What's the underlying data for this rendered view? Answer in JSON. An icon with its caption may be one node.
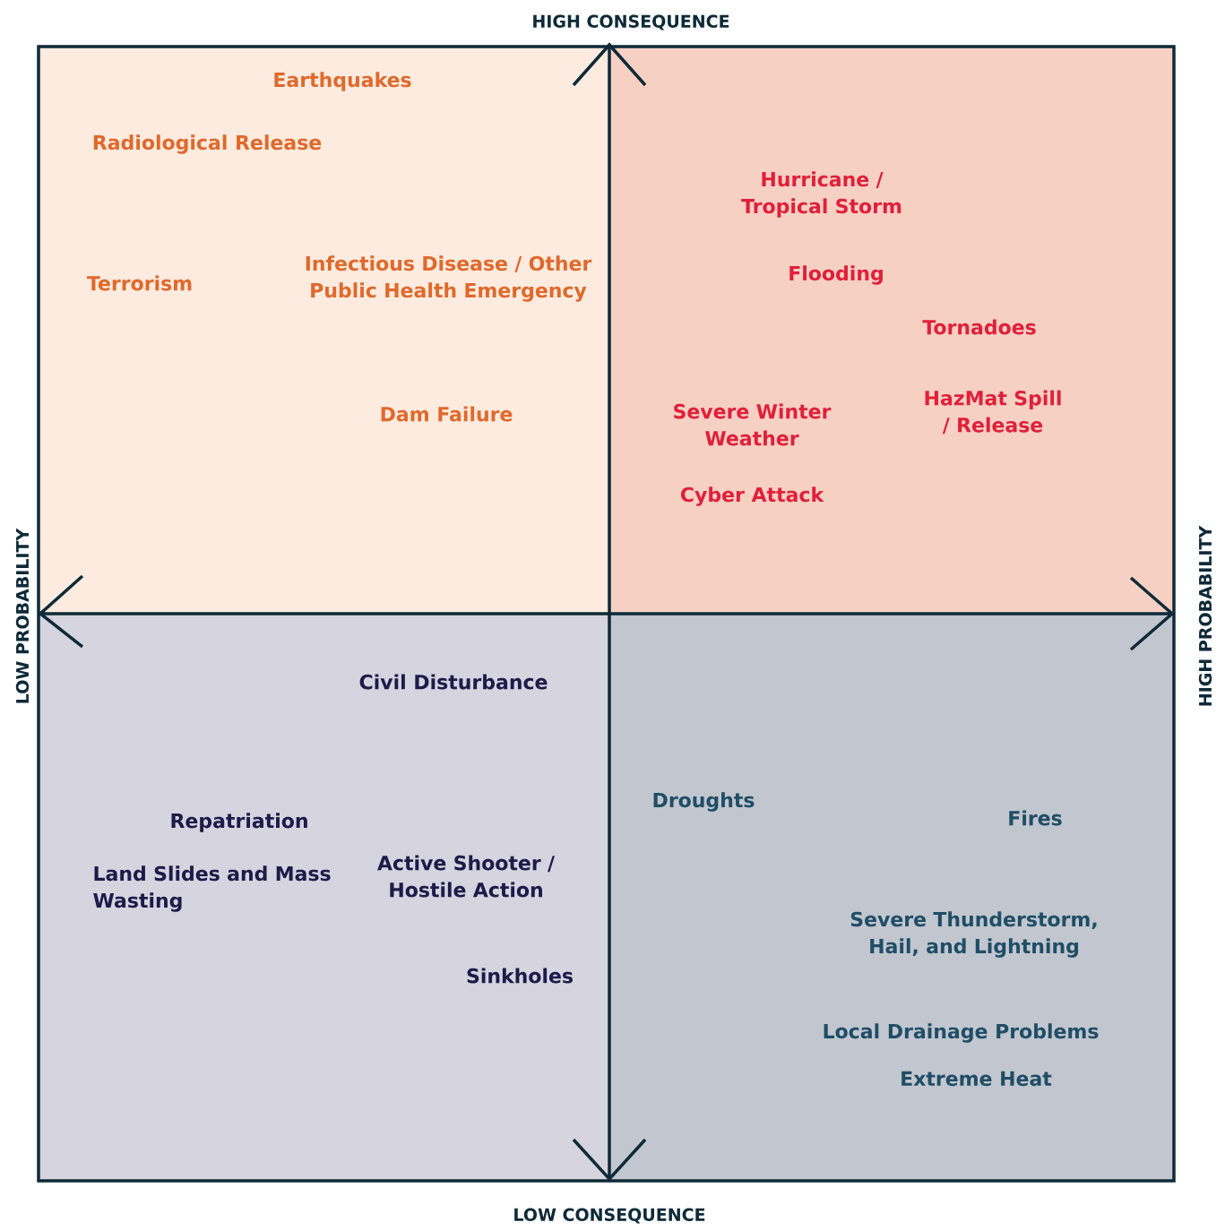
{
  "diagram": {
    "nodes": [
      {
        "text": [
          "Earthquakes",
          "Radiological Release",
          "Terrorism",
          "Infectious Disease / Other Public Health Emergency",
          "Dam Failure"
        ]
      },
      {
        "text": [
          "Hurricane / Tropical Storm",
          "Flooding",
          "Tornadoes",
          "HazMat Spill / Release",
          "Severe Winter Weather",
          "Cyber Attack"
        ]
      },
      {
        "text": [
          "Civil Disturbance",
          "Repatriation",
          "Land Slides and Mass Wasting",
          "Active Shooter / Hostile Action",
          "Sinkholes"
        ]
      },
      {
        "text": [
          "Droughts",
          "Fires",
          "Severe Thunderstorm, Hail, and Lightning",
          "Local Drainage Problems",
          "Extreme Heat"
        ]
      }
    ],
    "labels": [
      "HIGH CONSEQUENCE",
      "LOW PROBABILITY",
      "HIGH PROBABILITY",
      "LOW CONSEQUENCE"
    ]
  }
}
